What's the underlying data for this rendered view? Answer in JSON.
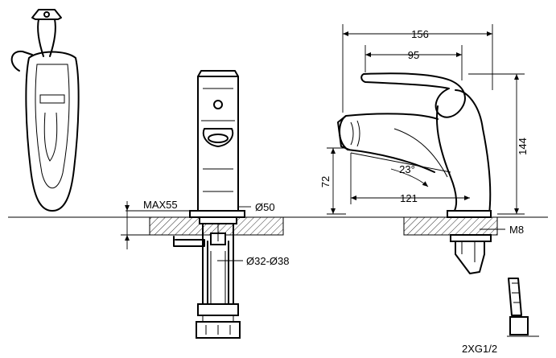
{
  "dimensions": {
    "overall_length": "156",
    "spout_reach": "95",
    "height": "144",
    "spout_height": "72",
    "spout_angle": "23°",
    "base_to_spout": "121",
    "max_deck_thickness": "MAX55",
    "base_diameter": "Ø50",
    "hole_diameter": "Ø32-Ø38",
    "mount_thread": "M8",
    "hose_connection": "2XG1/2"
  }
}
